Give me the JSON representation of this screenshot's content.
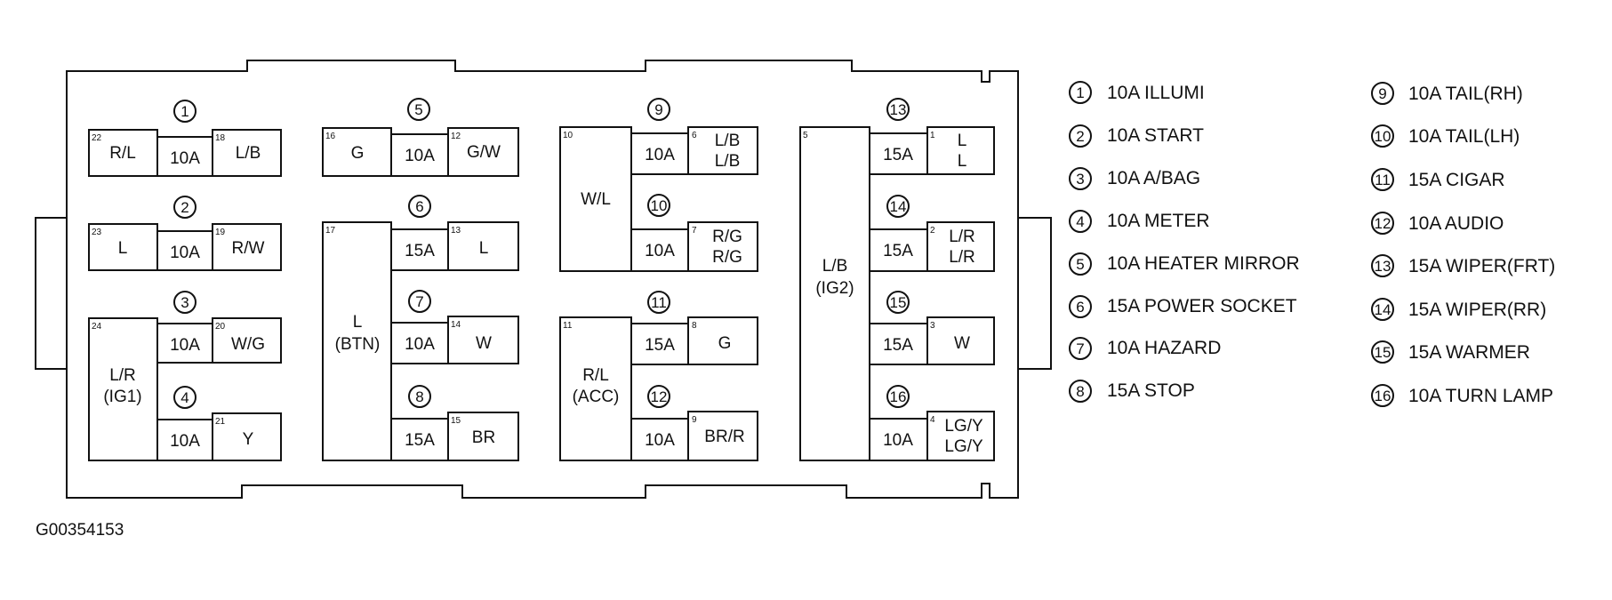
{
  "diagram_id": "G00354153",
  "fuses": [
    {
      "num": "1",
      "rating": "10A",
      "left": {
        "pin": "22",
        "lines": [
          "R/L"
        ]
      },
      "right": {
        "pin": "18",
        "lines": [
          "L/B"
        ]
      }
    },
    {
      "num": "2",
      "rating": "10A",
      "left": {
        "pin": "23",
        "lines": [
          "L"
        ]
      },
      "right": {
        "pin": "19",
        "lines": [
          "R/W"
        ]
      }
    },
    {
      "num": "3",
      "rating": "10A",
      "right": {
        "pin": "20",
        "lines": [
          "W/G"
        ]
      }
    },
    {
      "num": "4",
      "rating": "10A",
      "right": {
        "pin": "21",
        "lines": [
          "Y"
        ]
      }
    },
    {
      "num": "5",
      "rating": "10A",
      "left": {
        "pin": "16",
        "lines": [
          "G"
        ]
      },
      "right": {
        "pin": "12",
        "lines": [
          "G/W"
        ]
      }
    },
    {
      "num": "6",
      "rating": "15A",
      "right": {
        "pin": "13",
        "lines": [
          "L"
        ]
      }
    },
    {
      "num": "7",
      "rating": "10A",
      "right": {
        "pin": "14",
        "lines": [
          "W"
        ]
      }
    },
    {
      "num": "8",
      "rating": "15A",
      "right": {
        "pin": "15",
        "lines": [
          "BR"
        ]
      }
    },
    {
      "num": "9",
      "rating": "10A",
      "right": {
        "pin": "6",
        "lines": [
          "L/B",
          "L/B"
        ]
      }
    },
    {
      "num": "10",
      "rating": "10A",
      "right": {
        "pin": "7",
        "lines": [
          "R/G",
          "R/G"
        ]
      }
    },
    {
      "num": "11",
      "rating": "15A",
      "right": {
        "pin": "8",
        "lines": [
          "G"
        ]
      }
    },
    {
      "num": "12",
      "rating": "10A",
      "right": {
        "pin": "9",
        "lines": [
          "BR/R"
        ]
      }
    },
    {
      "num": "13",
      "rating": "15A",
      "right": {
        "pin": "1",
        "lines": [
          "L",
          "L"
        ]
      }
    },
    {
      "num": "14",
      "rating": "15A",
      "right": {
        "pin": "2",
        "lines": [
          "L/R",
          "L/R"
        ]
      }
    },
    {
      "num": "15",
      "rating": "15A",
      "right": {
        "pin": "3",
        "lines": [
          "W"
        ]
      }
    },
    {
      "num": "16",
      "rating": "10A",
      "right": {
        "pin": "4",
        "lines": [
          "LG/Y",
          "LG/Y"
        ]
      }
    }
  ],
  "buses": [
    {
      "pin": "24",
      "lines": [
        "L/R",
        "(IG1)"
      ]
    },
    {
      "pin": "17",
      "lines": [
        "L",
        "(BTN)"
      ]
    },
    {
      "pin": "10",
      "lines": [
        "W/L"
      ]
    },
    {
      "pin": "11",
      "lines": [
        "R/L",
        "(ACC)"
      ]
    },
    {
      "pin": "5",
      "lines": [
        "L/B",
        "(IG2)"
      ]
    }
  ],
  "legend": [
    {
      "num": "1",
      "text": "10A ILLUMI"
    },
    {
      "num": "2",
      "text": "10A START"
    },
    {
      "num": "3",
      "text": "10A A/BAG"
    },
    {
      "num": "4",
      "text": "10A METER"
    },
    {
      "num": "5",
      "text": "10A HEATER MIRROR"
    },
    {
      "num": "6",
      "text": "15A POWER SOCKET"
    },
    {
      "num": "7",
      "text": "10A HAZARD"
    },
    {
      "num": "8",
      "text": "15A STOP"
    },
    {
      "num": "9",
      "text": "10A TAIL(RH)"
    },
    {
      "num": "10",
      "text": "10A TAIL(LH)"
    },
    {
      "num": "11",
      "text": "15A CIGAR"
    },
    {
      "num": "12",
      "text": "10A AUDIO"
    },
    {
      "num": "13",
      "text": "15A WIPER(FRT)"
    },
    {
      "num": "14",
      "text": "15A WIPER(RR)"
    },
    {
      "num": "15",
      "text": "15A WARMER"
    },
    {
      "num": "16",
      "text": "10A TURN LAMP"
    }
  ]
}
